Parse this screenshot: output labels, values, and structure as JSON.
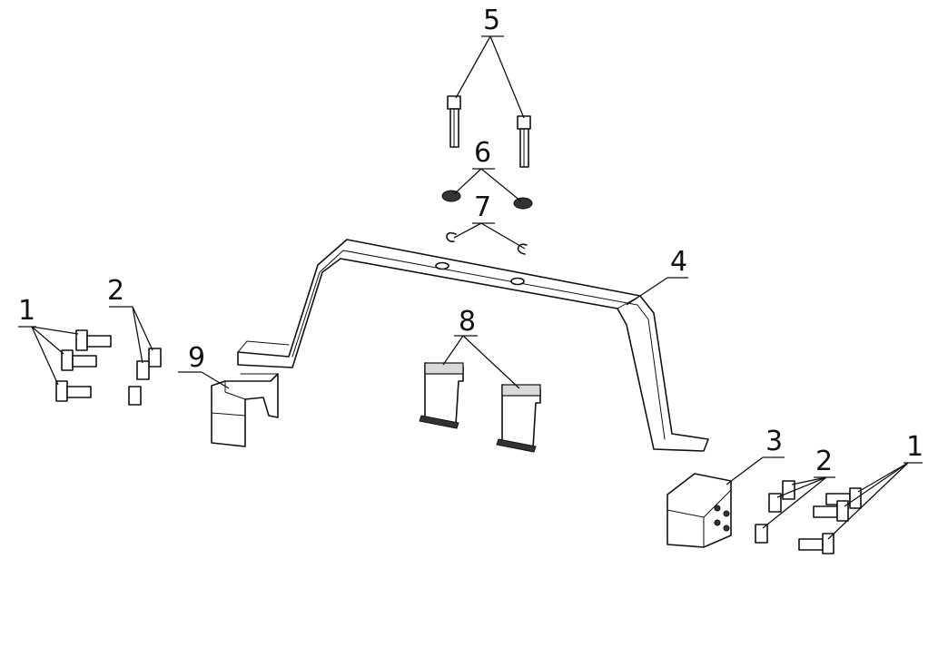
{
  "callouts": [
    {
      "id": "1",
      "label": "1"
    },
    {
      "id": "2",
      "label": "2"
    },
    {
      "id": "3",
      "label": "3"
    },
    {
      "id": "4",
      "label": "4"
    },
    {
      "id": "5",
      "label": "5"
    },
    {
      "id": "6",
      "label": "6"
    },
    {
      "id": "7",
      "label": "7"
    },
    {
      "id": "8",
      "label": "8"
    },
    {
      "id": "9",
      "label": "9"
    },
    {
      "id": "2b",
      "label": "2"
    },
    {
      "id": "1b",
      "label": "1"
    }
  ]
}
